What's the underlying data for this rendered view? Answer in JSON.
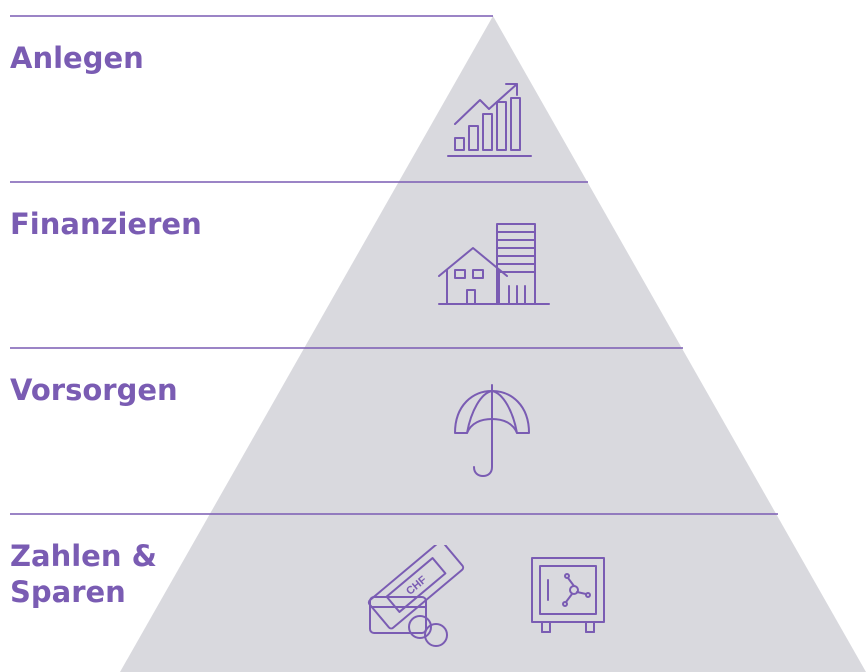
{
  "pyramid": {
    "fill_color": "#d9d9de",
    "line_color": "#7a5cb3",
    "text_color": "#7a5cb3",
    "levels": [
      {
        "label": "Anlegen",
        "icon": "growth-chart-icon"
      },
      {
        "label": "Finanzieren",
        "icon": "buildings-icon"
      },
      {
        "label": "Vorsorgen",
        "icon": "umbrella-icon"
      },
      {
        "label_lines": [
          "Zahlen &",
          "Sparen"
        ],
        "icons": [
          "card-banknote-coins-icon",
          "safe-icon"
        ],
        "banknote_text": "CHF"
      }
    ]
  }
}
